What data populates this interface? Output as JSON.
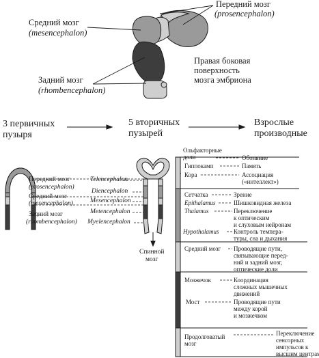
{
  "top": {
    "mesencephalon_ru": "Средний мозг",
    "mesencephalon_lat": "(mesencephalon)",
    "prosencephalon_ru": "Передний мозг",
    "prosencephalon_lat": "(prosencephalon)",
    "rhombencephalon_ru": "Задний мозг",
    "rhombencephalon_lat": "(rhombencephalon)",
    "caption": [
      "Правая боковая",
      "поверхность",
      "мозга эмбриона"
    ]
  },
  "stages": {
    "primary": [
      "3 первичных",
      "пузыря"
    ],
    "secondary": [
      "5 вторичных",
      "пузырей"
    ],
    "adult": [
      "Взрослые",
      "производные"
    ]
  },
  "primary_labels": [
    {
      "ru": "Передний мозг",
      "lat": "(prosencephalon)"
    },
    {
      "ru": "Средний мозг",
      "lat": "(mesencephalon)"
    },
    {
      "ru": "Задний мозг",
      "lat": "(rhombencephalon)"
    }
  ],
  "secondary_labels": [
    "Telencephalon",
    "Diencephalon",
    "Mesencephalon",
    "Metencephalon",
    "Myelencephalon"
  ],
  "spinal_cord": [
    "Спинной",
    "мозг"
  ],
  "adult_structures": [
    {
      "name": [
        "Ольфакторные",
        "доли"
      ],
      "function": [
        "Обоняние"
      ]
    },
    {
      "name": [
        "Гиппокамп"
      ],
      "function": [
        "Память"
      ]
    },
    {
      "name": [
        "Кора"
      ],
      "function": [
        "Ассоциация",
        "(«интеллект»)"
      ]
    },
    {
      "name": [
        "Сетчатка"
      ],
      "function": [
        "Зрение"
      ]
    },
    {
      "name": [
        "Epithalamus"
      ],
      "function": [
        "Шишковидная железа"
      ]
    },
    {
      "name": [
        "Thalamus"
      ],
      "function": [
        "Переключение",
        "к оптическим",
        "и слуховым нейронам"
      ]
    },
    {
      "name": [
        "Hypothalamus"
      ],
      "function": [
        "Контроль темпера-",
        "туры, сна и дыхания"
      ]
    },
    {
      "name": [
        "Средний мозг"
      ],
      "function": [
        "Проводящие пути,",
        "связывающие перед-",
        "ний и задний мозг,",
        "оптические доли"
      ]
    },
    {
      "name": [
        "Мозжечок"
      ],
      "function": [
        "Координация",
        "сложных мышечных",
        "движений"
      ]
    },
    {
      "name": [
        "Мост"
      ],
      "function": [
        "Проводящие пути",
        "между корой",
        "и мозжечком"
      ]
    },
    {
      "name": [
        "Продолговатый",
        "мозг"
      ],
      "function": [
        "Переключение",
        "сенсорных",
        "импульсов к",
        "высшим центрам"
      ]
    }
  ],
  "colors": {
    "dark": "#3d3d3d",
    "mid": "#9a9a9a",
    "light": "#cfcfcf",
    "outline": "#1a1a1a"
  }
}
